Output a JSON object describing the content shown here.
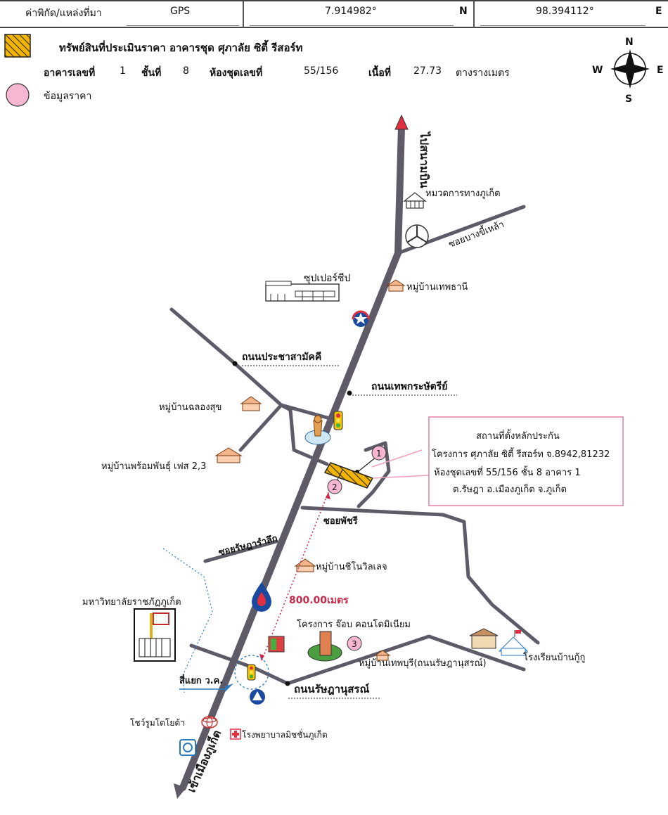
{
  "header": {
    "coord_label": "ค่าพิกัด/แหล่งที่มา",
    "source": "GPS",
    "lat": "7.914982°",
    "lat_dir": "N",
    "lon": "98.394112°",
    "lon_dir": "E"
  },
  "legend": {
    "property_title": "ทรัพย์สินที่ประเมินราคา อาคารชุด ศุภาลัย ซิตี้ รีสอร์ท",
    "building_label": "อาคารเลขที่",
    "building_no": "1",
    "floor_label": "ชั้นที่",
    "floor_no": "8",
    "unit_label": "ห้องชุดเลขที่",
    "unit_no": "55/156",
    "area_label": "เนื้อที่",
    "area_value": "27.73",
    "area_unit": "ตางรางเมตร",
    "price_info": "ข้อมูลราคา",
    "hatch_color": "#f2b400",
    "pink_color": "#f7b6d2"
  },
  "compass": {
    "n": "N",
    "s": "S",
    "e": "E",
    "w": "W"
  },
  "roads": {
    "to_airport": "ไปสนามบิน",
    "bang_khiao": "ซอยบางขี้เหล้า",
    "prachasamakkhi": "ถนนประชาสามัคคี",
    "thepkrasattri": "ถนนเทพกระษัตรีย์",
    "phatchari": "ซอยพัชรี",
    "ratsada_raluek": "ซอยรัษฎารำลึก",
    "ratsadanusorn": "ถนนรัษฎานุสรณ์",
    "to_city": "เข้าเมืองภูเก็ต"
  },
  "places": {
    "highway_office": "หมวดการทางภูเก็ต",
    "supercheap": "ซุปเปอร์ชีป",
    "thep_thani": "หมู่บ้านเทพธานี",
    "chalong_suk": "หมู่บ้านฉลองสุข",
    "phrompan": "หมู่บ้านพร้อมพันธุ์ เฟส 2,3",
    "chino_village": "หมู่บ้านชิโนวิลเลจ",
    "rajabhat": "มหาวิทยาลัยราชภัฏภูเก็ต",
    "job_condo": "โครงการ จ๊อบ คอนโดมิเนียม",
    "thep_buri": "หมู่บ้านเทพบุรี(ถนนรัษฎานุสรณ์)",
    "school": "โรงเรียนบ้านกู้กู",
    "intersection": "สี่แยก ว.ค.",
    "toyota": "โชว์รูมโตโยต้า",
    "hospital": "โรงพยาบาลมิชชั่นภูเก็ต"
  },
  "distance": "800.00เมตร",
  "markers": [
    "1",
    "2",
    "3"
  ],
  "callout": {
    "line1": "สถานที่ตั้งหลักประกัน",
    "line2": "โครงการ ศุภาลัย ซิตี้ รีสอร์ท จ.8942,81232",
    "line3": "ห้องชุดเลขที่ 55/156 ชั้น 8 อาคาร 1",
    "line4": "ต.รัษฎา อ.เมืองภูเก็ต จ.ภูเก็ต"
  },
  "colors": {
    "road": "#5f5a68",
    "accent_red": "#e03040",
    "blue": "#1a4aa0"
  }
}
